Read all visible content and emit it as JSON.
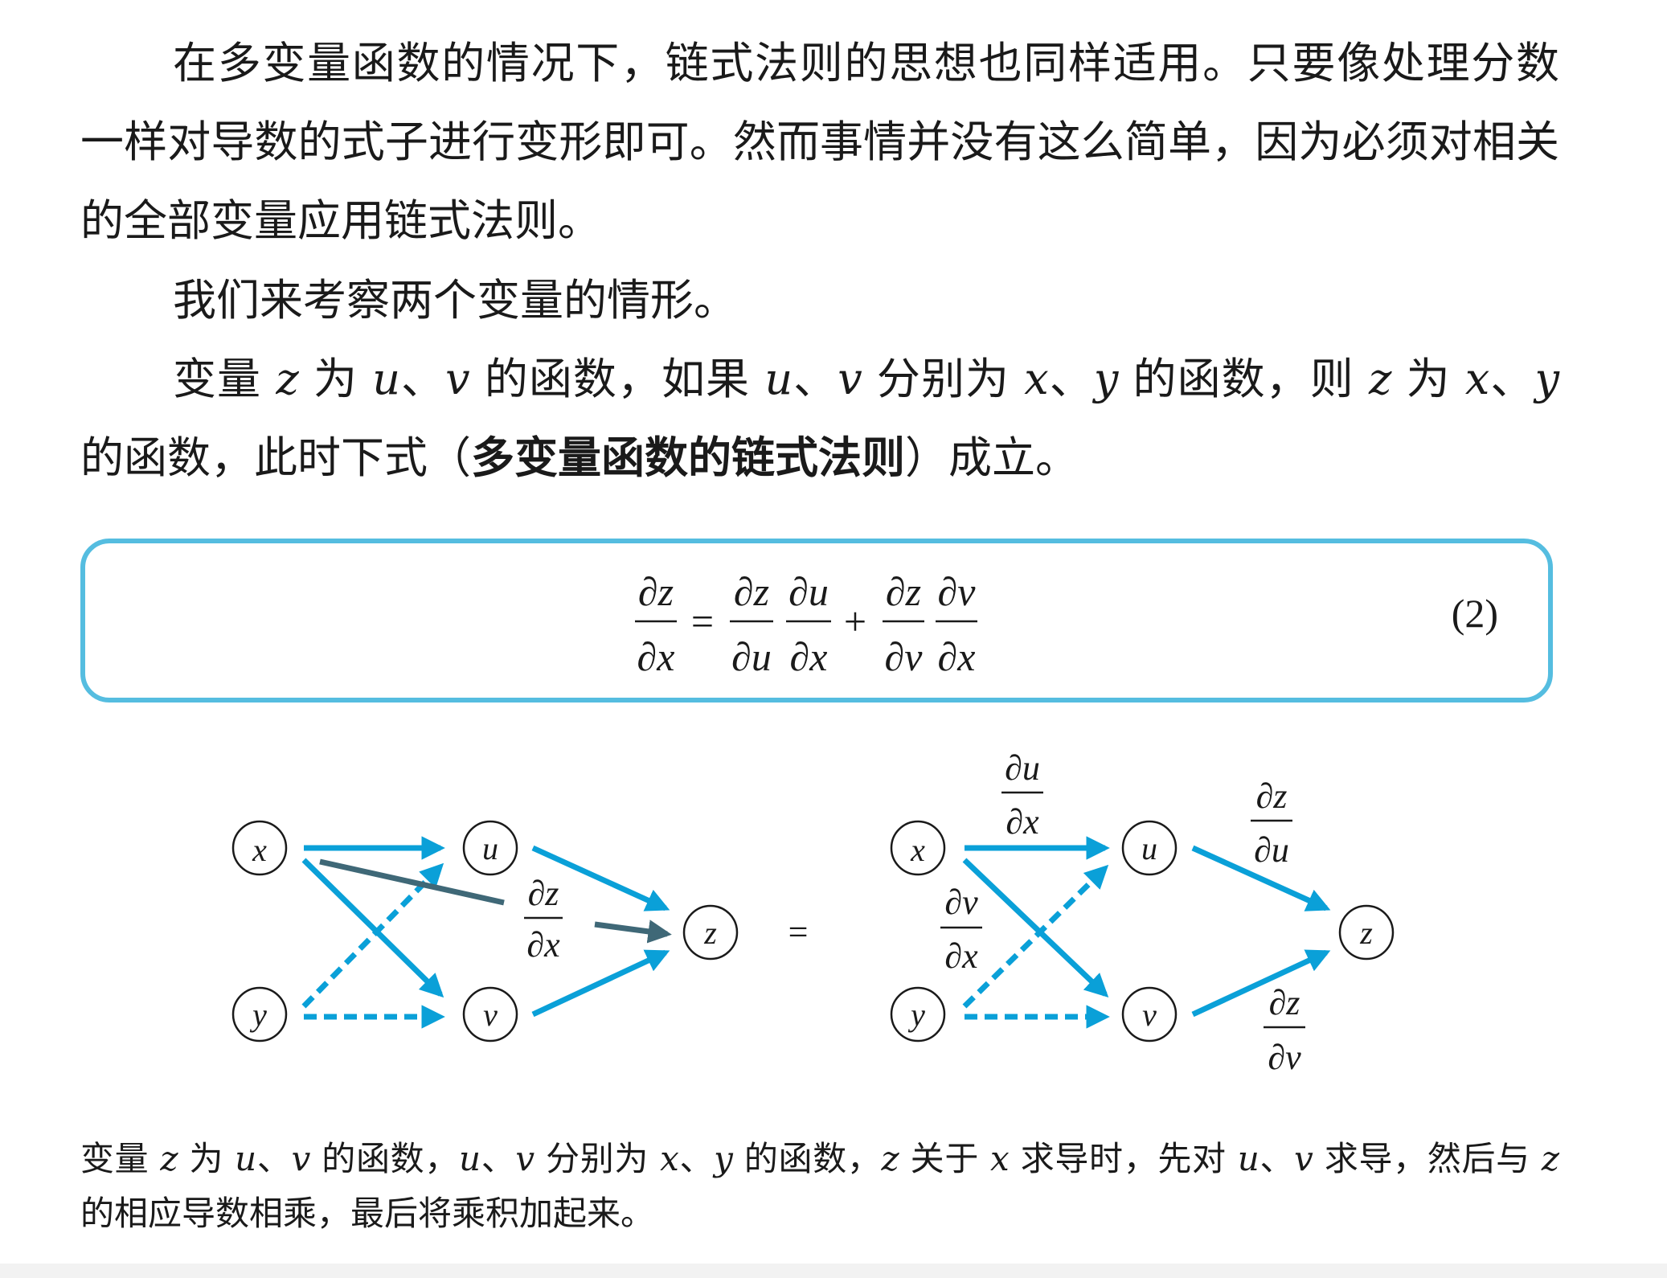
{
  "paragraphs": {
    "p1": "在多变量函数的情况下，链式法则的思想也同样适用。只要像处理分数一样对导数的式子进行变形即可。然而事情并没有这么简单，因为必须对相关的全部变量应用链式法则。",
    "p2": "我们来考察两个变量的情形。",
    "p3": {
      "t1": "变量 ",
      "v1": "z",
      "t2": " 为 ",
      "v2": "u",
      "t3": "、",
      "v3": "v",
      "t4": " 的函数，如果 ",
      "v4": "u",
      "t5": "、",
      "v5": "v",
      "t6": " 分别为 ",
      "v6": "x",
      "t7": "、",
      "v7": "y",
      "t8": " 的函数，则 ",
      "v8": "z",
      "t9": " 为 ",
      "v9": "x",
      "t10": "、",
      "v10": "y",
      "t11": " 的函数，此时下式（",
      "bold": "多变量函数的链式法则",
      "t12": "）成立。"
    }
  },
  "formula": {
    "partial": "∂",
    "lhs_num": "∂z",
    "lhs_den": "∂x",
    "equals": "=",
    "plus": "+",
    "t1_a_num": "∂z",
    "t1_a_den": "∂u",
    "t1_b_num": "∂u",
    "t1_b_den": "∂x",
    "t2_a_num": "∂z",
    "t2_a_den": "∂v",
    "t2_b_num": "∂v",
    "t2_b_den": "∂x",
    "number": "(2)"
  },
  "diagram": {
    "nodes": {
      "x": "x",
      "y": "y",
      "u": "u",
      "v": "v",
      "z": "z"
    },
    "equals": "=",
    "left_label": {
      "num": "∂z",
      "den": "∂x"
    },
    "right_labels": {
      "du_dx": {
        "num": "∂u",
        "den": "∂x"
      },
      "dv_dx": {
        "num": "∂v",
        "den": "∂x"
      },
      "dz_du": {
        "num": "∂z",
        "den": "∂u"
      },
      "dz_dv": {
        "num": "∂z",
        "den": "∂v"
      }
    },
    "colors": {
      "arrow": "#0aa0d8",
      "dark_arrow": "#3f6877",
      "box": "#55bde0"
    }
  },
  "caption": {
    "t1": "变量 ",
    "v1": "z",
    "t2": " 为 ",
    "v2": "u",
    "t3": "、",
    "v3": "v",
    "t4": " 的函数，",
    "v4": "u",
    "t5": "、",
    "v5": "v",
    "t6": " 分别为 ",
    "v6": "x",
    "t7": "、",
    "v7": "y",
    "t8": " 的函数，",
    "v8": "z",
    "t9": " 关于 ",
    "v9": "x",
    "t10": " 求导时，先对 ",
    "v10": "u",
    "t11": "、",
    "v11": "v",
    "t12": " 求导，然后与 ",
    "v12": "z",
    "t13": " 的相应导数相乘，最后将乘积加起来。"
  }
}
